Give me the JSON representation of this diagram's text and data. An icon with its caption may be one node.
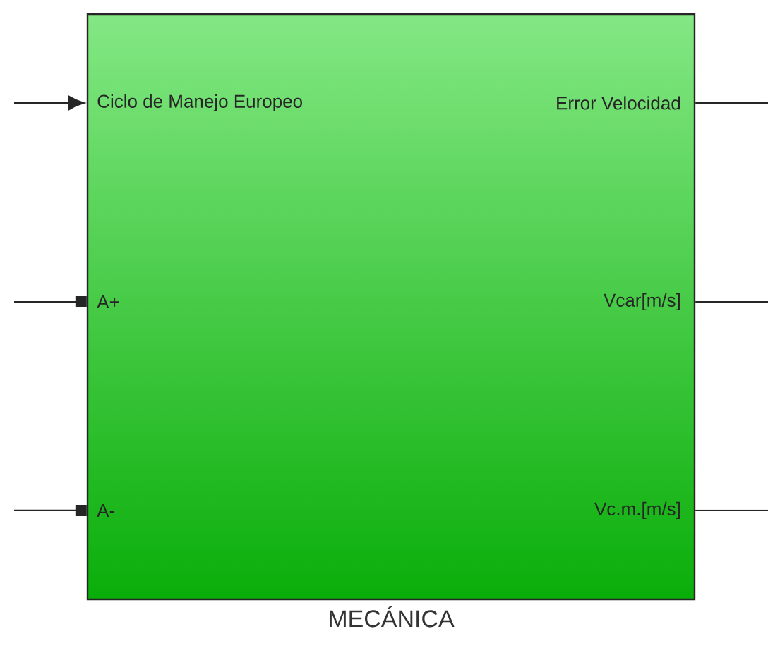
{
  "diagram": {
    "nodes": [
      {
        "text": [
          "MECÁNICA"
        ]
      },
      {
        "text": [
          "Ciclo de Manejo Europeo"
        ],
        "in": 0
      },
      {
        "text": [
          "A+"
        ],
        "in": 0
      },
      {
        "text": [
          "A-"
        ],
        "in": 0
      },
      {
        "text": [
          "Error Velocidad"
        ],
        "in": 0
      },
      {
        "text": [
          "Vcar[m/s]"
        ],
        "in": 0
      },
      {
        "text": [
          "Vc.m.[m/s]"
        ],
        "in": 0
      }
    ],
    "edges": [
      {
        "from": null,
        "to": 1,
        "arrow": "to"
      },
      {
        "from": null,
        "to": 2,
        "arrow": "other"
      },
      {
        "from": null,
        "to": 3,
        "arrow": "other"
      },
      {
        "from": 4,
        "to": null,
        "arrow": "none"
      },
      {
        "from": 5,
        "to": null,
        "arrow": "none"
      },
      {
        "from": 6,
        "to": null,
        "arrow": "none"
      }
    ]
  }
}
